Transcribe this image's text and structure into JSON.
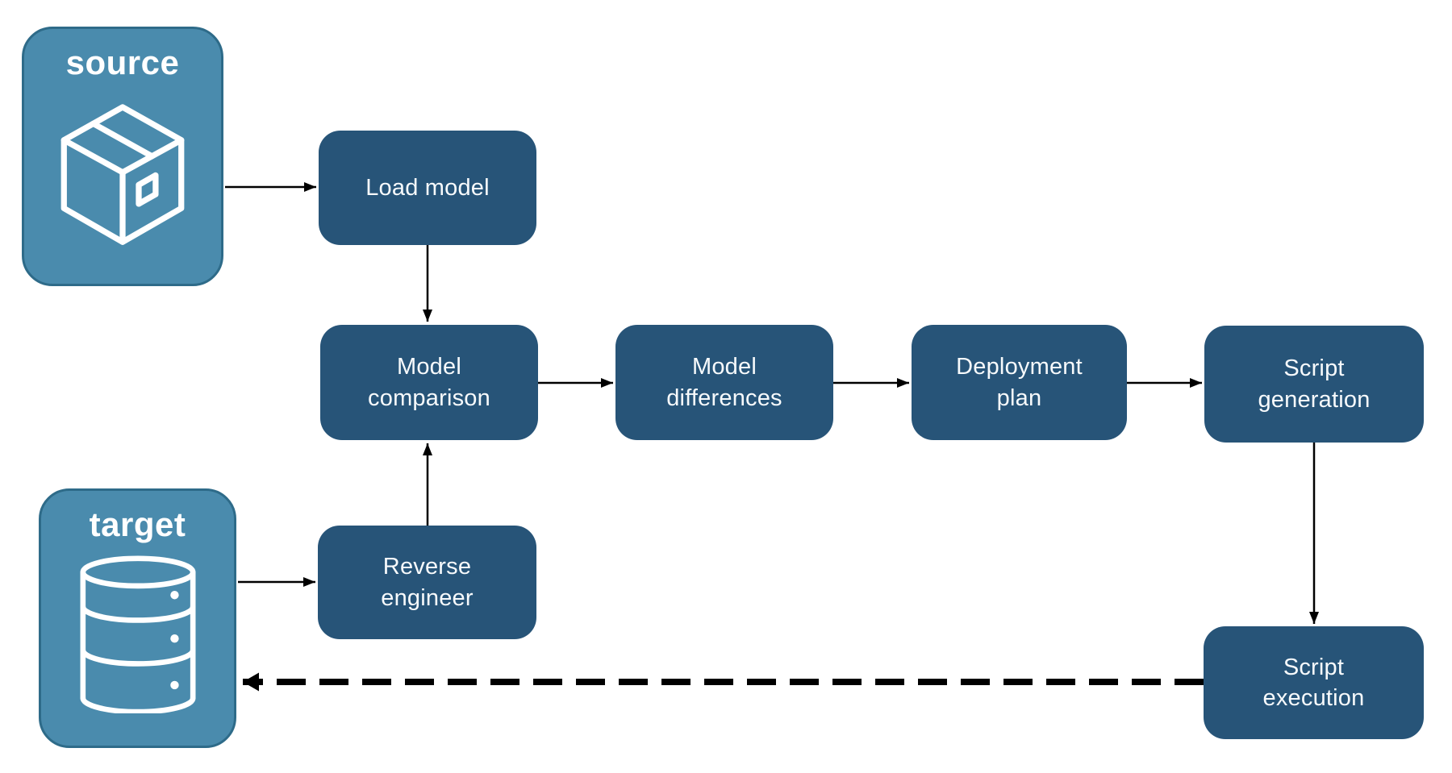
{
  "diagram": {
    "endpoints": {
      "source": {
        "label": "source",
        "icon": "package-icon"
      },
      "target": {
        "label": "target",
        "icon": "database-icon"
      }
    },
    "nodes": {
      "load_model": {
        "label": "Load model"
      },
      "model_comparison": {
        "label": "Model\ncomparison"
      },
      "model_differences": {
        "label": "Model\ndifferences"
      },
      "deployment_plan": {
        "label": "Deployment\nplan"
      },
      "script_generation": {
        "label": "Script\ngeneration"
      },
      "reverse_engineer": {
        "label": "Reverse\nengineer"
      },
      "script_execution": {
        "label": "Script\nexecution"
      }
    },
    "edges": [
      {
        "from": "source",
        "to": "load_model",
        "style": "solid"
      },
      {
        "from": "load_model",
        "to": "model_comparison",
        "style": "solid"
      },
      {
        "from": "target",
        "to": "reverse_engineer",
        "style": "solid"
      },
      {
        "from": "reverse_engineer",
        "to": "model_comparison",
        "style": "solid"
      },
      {
        "from": "model_comparison",
        "to": "model_differences",
        "style": "solid"
      },
      {
        "from": "model_differences",
        "to": "deployment_plan",
        "style": "solid"
      },
      {
        "from": "deployment_plan",
        "to": "script_generation",
        "style": "solid"
      },
      {
        "from": "script_generation",
        "to": "script_execution",
        "style": "solid"
      },
      {
        "from": "script_execution",
        "to": "target",
        "style": "dashed"
      }
    ],
    "colors": {
      "node_fill": "#275478",
      "endpoint_fill": "#4A8BAD",
      "endpoint_border": "#2E6B89",
      "arrow": "#000000",
      "label_text": "#FFFFFF"
    }
  }
}
